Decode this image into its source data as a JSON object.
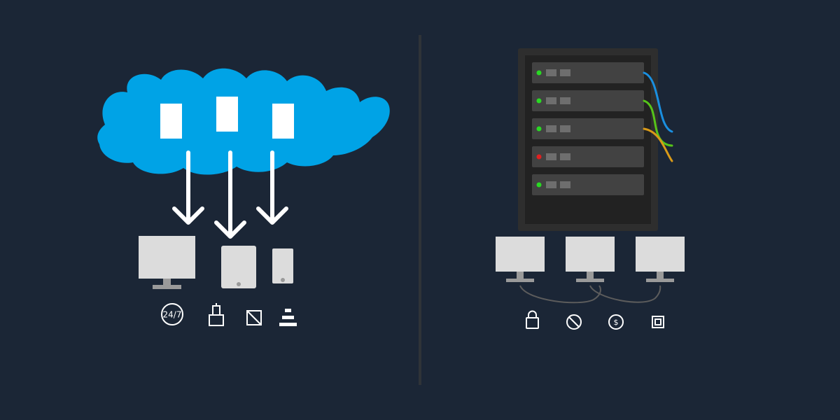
{
  "colors": {
    "background": "#1b2636",
    "divider": "#2f3338",
    "cloud": "#00a3e6",
    "white": "#ffffff",
    "device_screen": "#dcdcdc",
    "device_stand": "#9a9a9a",
    "rack_outer": "#2e2e2e",
    "rack_inner": "#222222",
    "server_unit": "#424242",
    "server_drive": "#6e6e6e",
    "led_ok": "#29d923",
    "led_error": "#e02020",
    "cable_blue": "#1a8fe0",
    "cable_green": "#56c41a",
    "cable_orange": "#d99a18",
    "network_link": "#5c5c5c"
  },
  "cloud_side": {
    "cloud_apps": 3,
    "download_arrows": 3,
    "devices": [
      "desktop-monitor",
      "tablet",
      "phone"
    ],
    "features": [
      {
        "icon": "clock-24-7-icon",
        "text": "24/7"
      },
      {
        "icon": "plug-icon"
      },
      {
        "icon": "crop-scale-icon"
      },
      {
        "icon": "stack-layers-icon"
      }
    ]
  },
  "onprem_side": {
    "server_units": [
      {
        "led": "ok"
      },
      {
        "led": "ok"
      },
      {
        "led": "ok"
      },
      {
        "led": "error"
      },
      {
        "led": "ok"
      }
    ],
    "cables": [
      "blue",
      "green",
      "orange"
    ],
    "workstations": 3,
    "features": [
      {
        "icon": "lock-icon"
      },
      {
        "icon": "no-entry-icon"
      },
      {
        "icon": "dollar-coin-icon",
        "text": "$"
      },
      {
        "icon": "square-frame-icon"
      }
    ]
  }
}
